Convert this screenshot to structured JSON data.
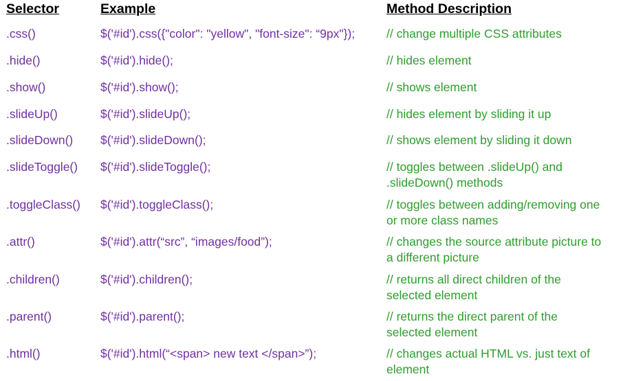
{
  "headers": {
    "selector": "Selector",
    "example": "Example",
    "description": "Method Description"
  },
  "rows": [
    {
      "selector": ".css()",
      "example": "$('#id').css({\"color\": \"yellow\", \"font-size\": “9px\"});",
      "description": [
        "// change multiple CSS attributes"
      ]
    },
    {
      "selector": ".hide()",
      "example": "$('#id').hide();",
      "description": [
        "// hides element"
      ]
    },
    {
      "selector": ".show()",
      "example": "$('#id').show();",
      "description": [
        "// shows element"
      ]
    },
    {
      "selector": ".slideUp()",
      "example": "$('#id').slideUp();",
      "description": [
        "// hides element by sliding it up"
      ]
    },
    {
      "selector": ".slideDown()",
      "example": "$('#id').slideDown();",
      "description": [
        "// shows element by sliding it down"
      ]
    },
    {
      "selector": ".slideToggle()",
      "example": "$('#id').slideToggle();",
      "description": [
        "// toggles between .slideUp() and",
        ".slideDown() methods"
      ]
    },
    {
      "selector": ".toggleClass()",
      "example": "$('#id').toggleClass();",
      "description": [
        "// toggles between adding/removing one",
        "or more class names"
      ]
    },
    {
      "selector": ".attr()",
      "example": "$('#id').attr(“src”, “images/food”);",
      "description": [
        "// changes the source attribute picture to",
        "a different picture"
      ]
    },
    {
      "selector": ".children()",
      "example": "$('#id').children();",
      "description": [
        "// returns all direct children of the",
        "selected element"
      ]
    },
    {
      "selector": ".parent()",
      "example": "$('#id').parent();",
      "description": [
        "// returns the direct parent of the",
        "selected element"
      ]
    },
    {
      "selector": ".html()",
      "example": "$('#id').html(“<span> new text </span>”);",
      "description": [
        "// changes actual HTML vs. just text of",
        "element"
      ]
    }
  ]
}
